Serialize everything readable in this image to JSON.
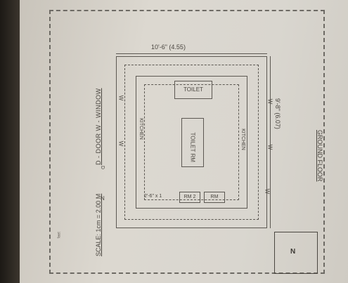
{
  "drawing": {
    "legend": "D - DOOR   W - WINDOW",
    "scale": "SCALE: 1cm = 2.00 M",
    "scribble": "ᶠᵉᵉᵗ",
    "plan_title": "GROUND FLOOR",
    "north_label": "N",
    "dim_top": "10'-6\" (4.55)",
    "dim_right": "9'-8\" (6.07)",
    "center_top": "TOILET",
    "center_mid": "TOILET RM",
    "small_box_1": "RM 2",
    "small_box_2": "RM",
    "bottom_text": "2'-6\" x 1",
    "left_w": "W",
    "left_w2": "W",
    "left_text": "KITCHEN",
    "right_w1": "W",
    "right_w2": "W",
    "right_w3": "W",
    "right_text": "KITCHEN",
    "door_d": "D",
    "door_n": "N"
  }
}
